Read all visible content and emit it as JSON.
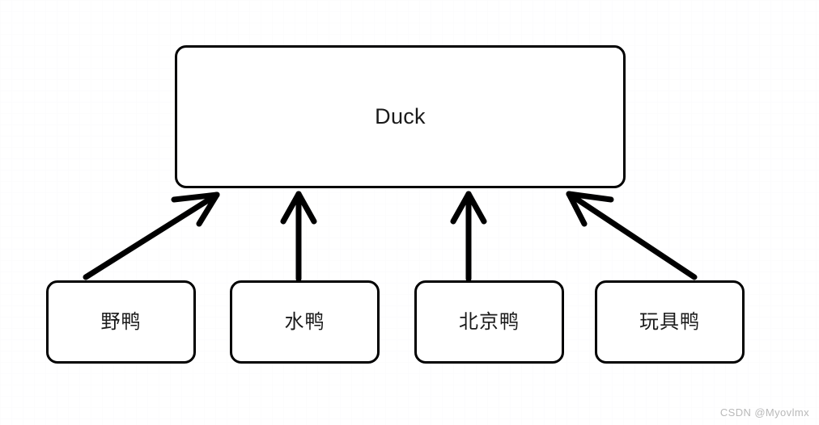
{
  "diagram": {
    "type": "class-inheritance",
    "background_color": "#ffffff",
    "stroke_color": "#000000",
    "text_color": "#1a1a1a",
    "parent": {
      "id": "duck",
      "label": "Duck"
    },
    "children": [
      {
        "id": "wild-duck",
        "label": "野鸭",
        "arrow": "diagonal-up-right"
      },
      {
        "id": "teal-duck",
        "label": "水鸭",
        "arrow": "vertical-up"
      },
      {
        "id": "peking-duck",
        "label": "北京鸭",
        "arrow": "vertical-up"
      },
      {
        "id": "toy-duck",
        "label": "玩具鸭",
        "arrow": "diagonal-up-left"
      }
    ],
    "edges": [
      {
        "from": "wild-duck",
        "to": "duck",
        "style": "solid",
        "head": "open-arrow"
      },
      {
        "from": "teal-duck",
        "to": "duck",
        "style": "solid",
        "head": "open-arrow"
      },
      {
        "from": "peking-duck",
        "to": "duck",
        "style": "solid",
        "head": "open-arrow"
      },
      {
        "from": "toy-duck",
        "to": "duck",
        "style": "solid",
        "head": "open-arrow"
      }
    ]
  },
  "watermark": {
    "text": "CSDN @Myovlmx"
  }
}
